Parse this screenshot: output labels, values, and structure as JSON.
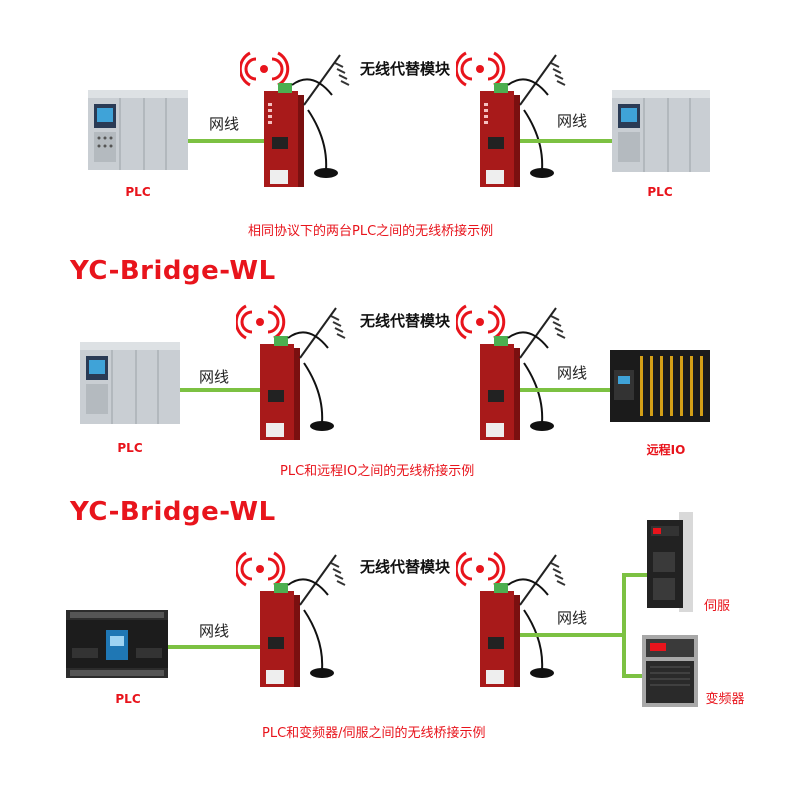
{
  "colors": {
    "accent": "#e8141c",
    "cable": "#7cc142",
    "router": "#b71c1c",
    "plc_body": "#c9ced3"
  },
  "product_title": "YC-Bridge-WL",
  "rows": [
    {
      "left_label": "PLC",
      "net_left": "网线",
      "wireless": "无线代替模块",
      "net_right": "网线",
      "right_label": "PLC",
      "caption": "相同协议下的两台PLC之间的无线桥接示例"
    },
    {
      "left_label": "PLC",
      "net_left": "网线",
      "wireless": "无线代替模块",
      "net_right": "网线",
      "right_label": "远程IO",
      "caption": "PLC和远程IO之间的无线桥接示例"
    },
    {
      "left_label": "PLC",
      "net_left": "网线",
      "wireless": "无线代替模块",
      "net_right": "网线",
      "right_label_top": "伺服",
      "right_label_bottom": "变频器",
      "caption": "PLC和变频器/伺服之间的无线桥接示例"
    }
  ],
  "icons": [
    "plc-icon",
    "router-icon",
    "antenna-icon",
    "wifi-signal-icon",
    "remote-io-icon",
    "servo-drive-icon",
    "inverter-icon"
  ]
}
